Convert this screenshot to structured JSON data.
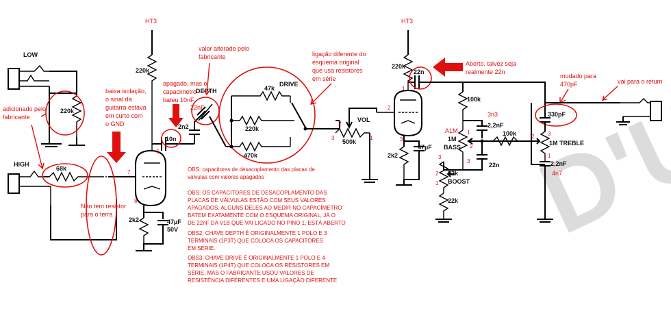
{
  "rails": {
    "ht3_left": "HT3",
    "ht3_right": "HT3"
  },
  "jacks": {
    "low": "LOW",
    "high": "HIGH"
  },
  "parts": {
    "r_220k_a": "220k",
    "r_220k_jack": "220k",
    "r_68k": "68k",
    "c_2n2": "2n2",
    "c_10n": "10n",
    "r_2k2_a": "2k2",
    "c_47uf_a": "47µF",
    "v_50v": "50V",
    "depth": "DEPTH",
    "c_22nf": "22nF",
    "drive": "DRIVE",
    "r_47k": "47k",
    "r_220k_b": "220k",
    "r_470k": "470k",
    "vol": "VOL",
    "r_500k": "500k",
    "r_220k_c": "220k",
    "c_22n_a": "22n",
    "r_100k_a": "100k",
    "r_2k2_b": "2k2",
    "c_47uf_b": "47µF",
    "v_3n3": "3n3",
    "c_2_2nf_a": "2,2nF",
    "a1m": "A1M",
    "p_1m_bass": "1M",
    "bass": "BASS",
    "c_22n_b": "22n",
    "r_100k_b": "100k",
    "p_22k_boost": "22k",
    "boost": "BOOST",
    "r_22k": "22k",
    "c_330pf": "330pF",
    "p_1m_treble": "1M TREBLE",
    "c_2_2nf_b": "2,2nF",
    "v_4n7": "4n7"
  },
  "pins": {
    "p7": "7",
    "p6": "6",
    "p8": "8",
    "p1": "1",
    "p2": "2",
    "p3": "3",
    "p2b": "2",
    "p3b": "3"
  },
  "notes": {
    "added_by_maker_1": "adicionado pelo",
    "added_by_maker_2": "fabricante",
    "low_iso_1": "baixa isolação,",
    "low_iso_2": "o sinal da",
    "low_iso_3": "guitarra estava",
    "low_iso_4": "em curto com",
    "low_iso_5": "o GND",
    "no_res_1": "Não tem resistor",
    "no_res_2": "para o terra",
    "erased_1": "apagado, mas o",
    "erased_2": "capacimetro",
    "erased_3": "bateu 10nF",
    "changed_1": "valor alterado pelo",
    "changed_2": "fabricante",
    "diff_1": "ligação diferente do",
    "diff_2": "esquema original",
    "diff_3": "que usa resistores",
    "diff_4": "em série",
    "open_1": "Aberto, talvez seja",
    "open_2": "realmente 22n",
    "to470_1": "mudado para",
    "to470_2": "470pF",
    "return": "vai para o return",
    "obs0_1": "OBS: capacitores de desacoplamento das placas de",
    "obs0_2": "válvulas com valores apagados",
    "obs1_1": "OBS: OS CAPACITORES DE DESACOPLAMENTO DAS",
    "obs1_2": "PLACAS DE VÁLVULAS ESTÃO COM SEUS VALORES",
    "obs1_3": "APAGADOS, ALGUNS DELES AO MEDIR NO CAPACÍMETRO",
    "obs1_4": "BATEM EXATAMENTE COM O ESQUEMA ORIGINAL, JÁ O",
    "obs1_5": "DE 22nF DA V1B QUE VAI LIGADO NO PINO 1, ESTÁ ABERTO",
    "obs2_1": "OBS2: CHAVE DEPTH É ORIGINALMENTE 1 POLO E 3",
    "obs2_2": "TERMINAIS (1P3T) QUE COLOCA OS CAPACITORES",
    "obs2_3": "EM SÉRIE.",
    "obs3_1": "OBS3: CHAVE DRIVE É ORIGINALMENTE 1 POLO E 4",
    "obs3_2": "TERMINAIS (1P4T) QUE COLOCA OS RESISTORES EM",
    "obs3_3": "SÉRIE, MAS O FABRICANTE USOU VALORES DE",
    "obs3_4": "RESISTÊNCIA DIFERENTES E UMA LIGAÇÃO DIFERENTE"
  },
  "watermark": "D'U",
  "colors": {
    "annotation": "#e01010",
    "wire": "#000000",
    "watermark": "#d9d9d9"
  }
}
